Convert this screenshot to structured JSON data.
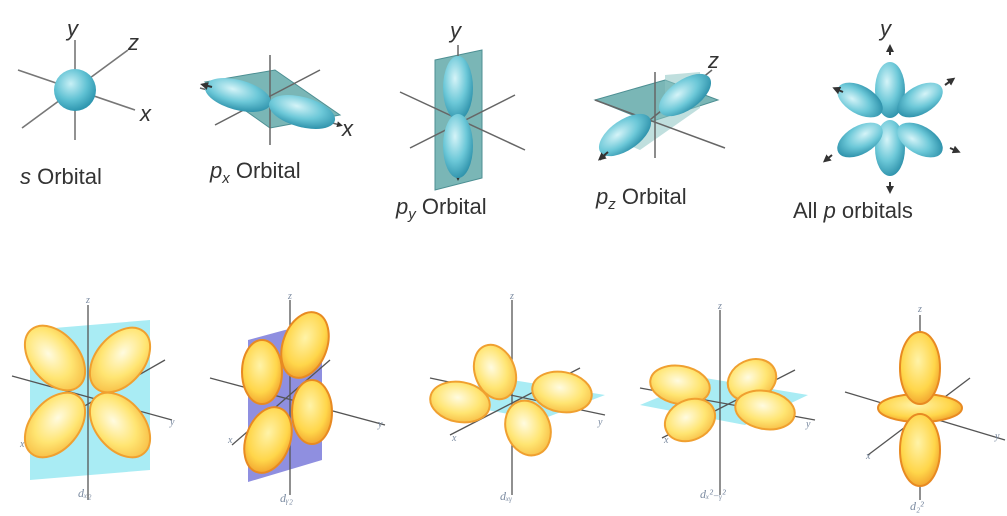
{
  "p_row": {
    "s": {
      "main": "s",
      "sub": "",
      "rest": " Orbital",
      "axes": {
        "y": "y",
        "z": "z",
        "x": "x"
      }
    },
    "px": {
      "main": "p",
      "sub": "x",
      "rest": " Orbital",
      "axes": {
        "x": "x"
      }
    },
    "py": {
      "main": "p",
      "sub": "y",
      "rest": " Orbital",
      "axes": {
        "y": "y"
      }
    },
    "pz": {
      "main": "p",
      "sub": "z",
      "rest": " Orbital",
      "axes": {
        "z": "z"
      }
    },
    "all_p": {
      "pre": "All ",
      "main": "p",
      "rest": " orbitals",
      "axes": {
        "y": "y"
      }
    }
  },
  "d_row": {
    "dxz": {
      "label": "dₓ₂",
      "axis_z": "z",
      "axis_x": "x",
      "axis_y": "y"
    },
    "dyz": {
      "label": "dᵧ₂",
      "axis_z": "z",
      "axis_x": "x",
      "axis_y": "y"
    },
    "dxy": {
      "label": "dₓᵧ",
      "axis_z": "z",
      "axis_x": "x",
      "axis_y": "y"
    },
    "dx2y2": {
      "label": "dₓ²₋ᵧ²",
      "axis_z": "z",
      "axis_x": "x",
      "axis_y": "y"
    },
    "dz2": {
      "label": "d₂²",
      "axis_z": "z",
      "axis_x": "x",
      "axis_y": "y"
    }
  },
  "colors": {
    "p_lobe": "#5fc1d3",
    "p_lobe_dark": "#2f97b0",
    "p_plane": "#6fb7b2",
    "d_lobe": "#ffe37a",
    "d_lobe_shadow": "#f0a030",
    "d_plane": "#a9ecf4",
    "d_plane_blue": "#8f8fe0",
    "axis": "#555555"
  }
}
